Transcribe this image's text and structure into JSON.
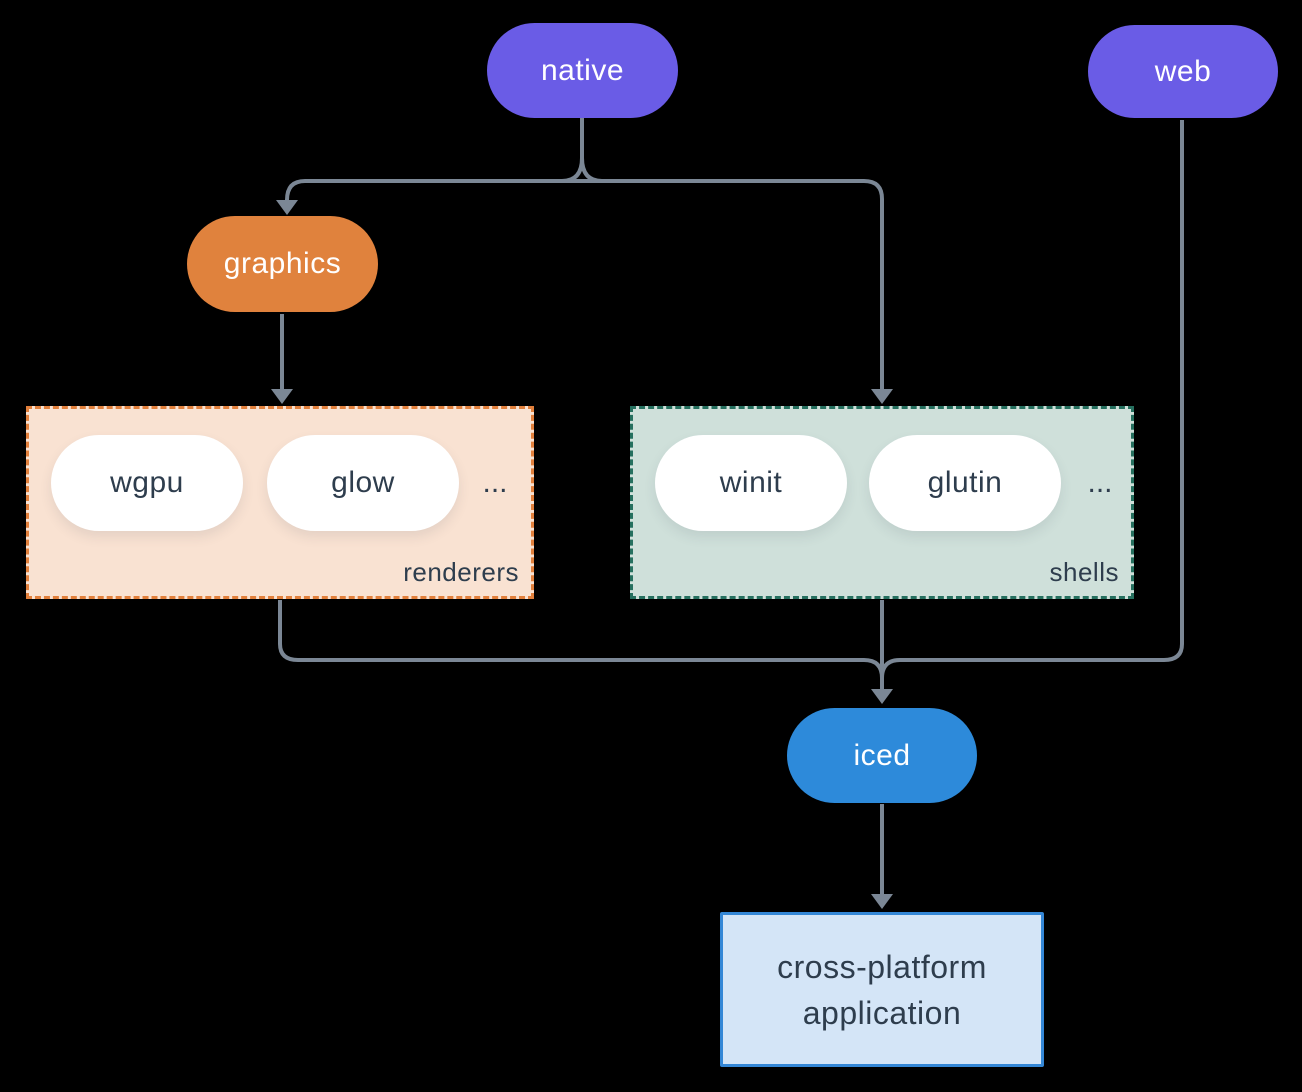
{
  "colors": {
    "background": "#000000",
    "line": "#7b8795",
    "purple": "#6a5ce6",
    "orange": "#e0823d",
    "blue": "#2d8ada",
    "renderers-fill": "#f9e2d2",
    "renderers-border": "#e2803c",
    "shells-fill": "#cfe0da",
    "shells-border": "#26705f",
    "app-fill": "#d4e5f7",
    "app-border": "#3487d6",
    "dark-text": "#2e3d4d",
    "white-text": "#ffffff"
  },
  "nodes": {
    "native": "native",
    "web": "web",
    "graphics": "graphics",
    "iced": "iced"
  },
  "groups": {
    "renderers": {
      "label": "renderers",
      "pills": [
        "wgpu",
        "glow"
      ],
      "ellipsis": "..."
    },
    "shells": {
      "label": "shells",
      "pills": [
        "winit",
        "glutin"
      ],
      "ellipsis": "..."
    }
  },
  "application": {
    "line1": "cross-platform",
    "line2": "application"
  }
}
